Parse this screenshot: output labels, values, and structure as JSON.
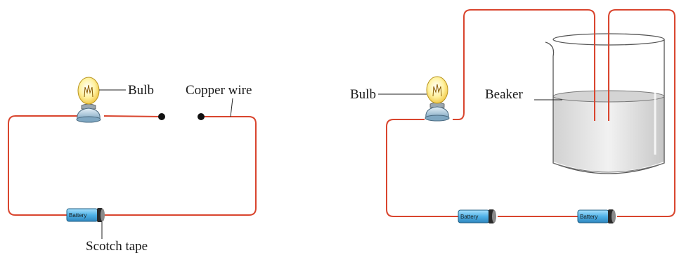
{
  "circuit_left": {
    "labels": {
      "bulb": "Bulb",
      "copper_wire": "Copper wire",
      "scotch_tape": "Scotch tape"
    },
    "battery_label": "Battery"
  },
  "circuit_right": {
    "labels": {
      "bulb": "Bulb",
      "beaker": "Beaker"
    },
    "battery_labels": [
      "Battery",
      "Battery"
    ]
  },
  "colors": {
    "wire": "#d9452e",
    "battery_body": "#4fb3e8",
    "battery_cap": "#2a2a2a",
    "bulb_glass": "#fff2a0",
    "bulb_base": "#8fb6cf",
    "water": "#dcdcdc"
  }
}
